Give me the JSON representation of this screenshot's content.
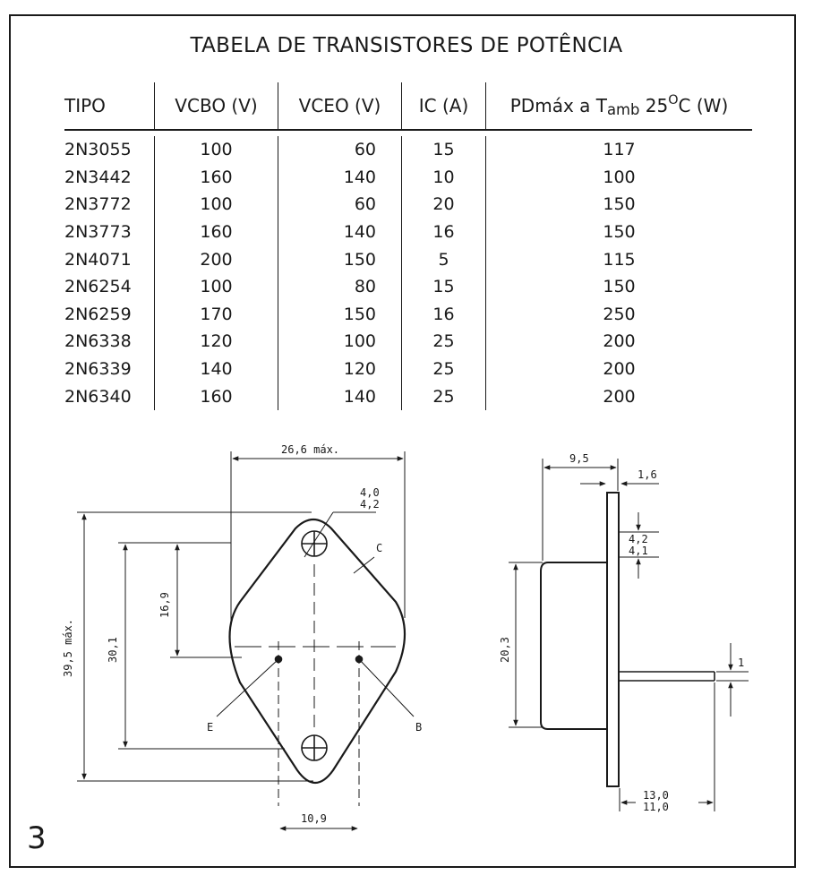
{
  "title": "TABELA DE TRANSISTORES DE POTÊNCIA",
  "table": {
    "headers": {
      "tipo": "TIPO",
      "vcbo": "VCBO (V)",
      "vceo": "VCEO (V)",
      "ic": "IC (A)",
      "pd_main": "PDmáx a T",
      "pd_sub": "amb",
      "pd_temp": "25",
      "pd_deg": "O",
      "pd_unit": "C (W)"
    },
    "rows": [
      [
        "2N3055",
        "100",
        "60",
        "15",
        "117"
      ],
      [
        "2N3442",
        "160",
        "140",
        "10",
        "100"
      ],
      [
        "2N3772",
        "100",
        "60",
        "20",
        "150"
      ],
      [
        "2N3773",
        "160",
        "140",
        "16",
        "150"
      ],
      [
        "2N4071",
        "200",
        "150",
        "5",
        "115"
      ],
      [
        "2N6254",
        "100",
        "80",
        "15",
        "150"
      ],
      [
        "2N6259",
        "170",
        "150",
        "16",
        "250"
      ],
      [
        "2N6338",
        "120",
        "100",
        "25",
        "200"
      ],
      [
        "2N6339",
        "140",
        "120",
        "25",
        "200"
      ],
      [
        "2N6340",
        "160",
        "140",
        "25",
        "200"
      ]
    ]
  },
  "front_view": {
    "width_max": "26,6 máx.",
    "hole_a": "4,0",
    "hole_b": "4,2",
    "label_c": "C",
    "height_max": "39,5 máx.",
    "hole_spacing": "30,1",
    "pin_offset": "16,9",
    "label_e": "E",
    "label_b": "B",
    "pin_spacing": "10,9"
  },
  "side_view": {
    "body_depth": "9,5",
    "flange": "1,6",
    "dim_a": "4,2",
    "dim_b": "4,1",
    "body_height": "20,3",
    "pin_dia": "1",
    "lead_a": "13,0",
    "lead_b": "11,0"
  },
  "page_number": "3"
}
